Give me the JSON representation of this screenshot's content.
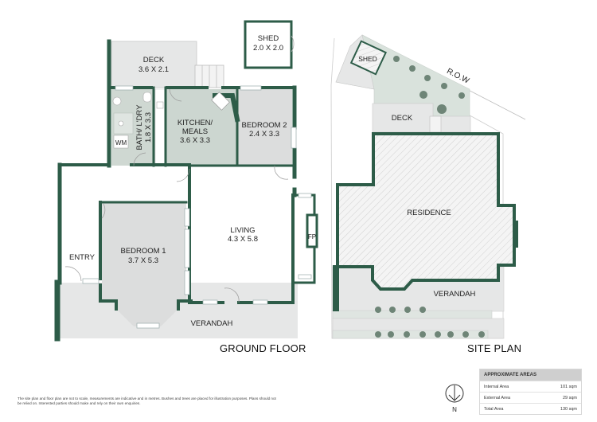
{
  "ground_floor": {
    "title": "GROUND FLOOR",
    "rooms": [
      {
        "name": "DECK",
        "dims": "3.6 X 2.1"
      },
      {
        "name": "SHED",
        "dims": "2.0 X 2.0"
      },
      {
        "name": "BATH/ L'DRY",
        "dims": "1.8 X 3.3"
      },
      {
        "name": "KITCHEN/",
        "name2": "MEALS",
        "dims": "3.6 X 3.3"
      },
      {
        "name": "BEDROOM 2",
        "dims": "2.4 X 3.3"
      },
      {
        "name": "ENTRY"
      },
      {
        "name": "BEDROOM 1",
        "dims": "3.7 X 5.3"
      },
      {
        "name": "LIVING",
        "dims": "4.3 X 5.8"
      },
      {
        "name": "VERANDAH"
      }
    ],
    "fixtures": {
      "washing_machine": "WM",
      "fireplace": "FP"
    }
  },
  "site_plan": {
    "title": "SITE PLAN",
    "labels": {
      "shed": "SHED",
      "row": "R.O.W",
      "deck": "DECK",
      "residence": "RESIDENCE",
      "verandah": "VERANDAH"
    }
  },
  "north_arrow": {
    "label": "N"
  },
  "approximate_areas": {
    "heading": "APPROXIMATE AREAS",
    "rows": [
      {
        "label": "Internal Area",
        "value": "101 sqm"
      },
      {
        "label": "External Area",
        "value": "29 sqm"
      },
      {
        "label": "Total Area",
        "value": "130 sqm"
      }
    ]
  },
  "disclaimer": "The site plan and floor plan are not to scale, measurements are indicative and in metres. Bushes and trees are placed for illustration purposes. Plans should not be relied on. Interested parties should make and rely on their own enquiries.",
  "colors": {
    "wall": "#2d5c48",
    "room_grey": "#dcdddd",
    "room_green": "#ccd6d0",
    "outdoor": "#e6e7e7",
    "garden": "#d9e2dc",
    "tree": "#6e8577"
  }
}
